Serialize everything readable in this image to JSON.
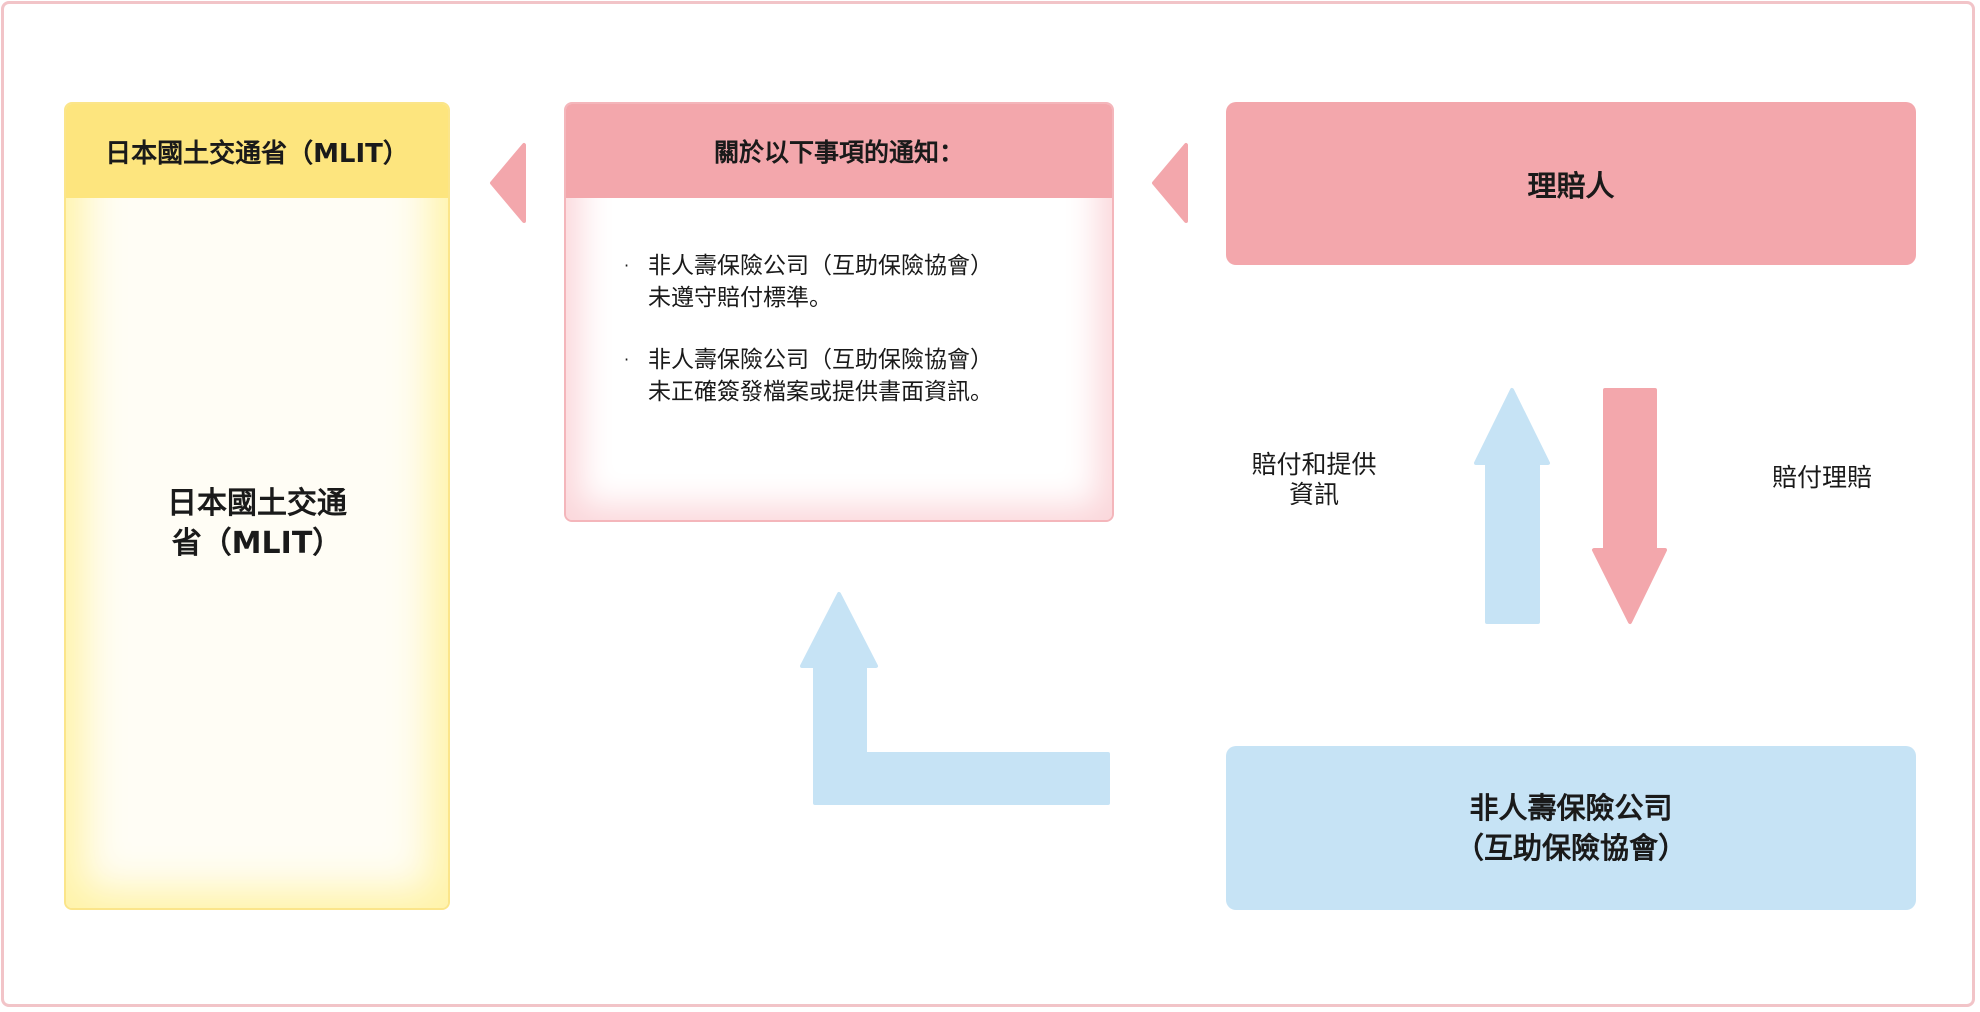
{
  "colors": {
    "border_pink": "#f2c4c8",
    "pink": "#f3a7ac",
    "yellow": "#fde57e",
    "blue": "#c6e3f5"
  },
  "mlit": {
    "header": "日本國土交通省（MLIT）",
    "body_line1": "日本國土交通",
    "body_line2": "省（MLIT）"
  },
  "notice": {
    "header": "關於以下事項的通知：",
    "bullet_symbol": "·",
    "items": [
      {
        "line1": "非人壽保險公司（互助保險協會）",
        "line2": "未遵守賠付標準。"
      },
      {
        "line1": "非人壽保險公司（互助保險協會）",
        "line2": "未正確簽發檔案或提供書面資訊。"
      }
    ]
  },
  "claimant": {
    "label": "理賠人"
  },
  "insurer": {
    "line1": "非人壽保險公司",
    "line2": "（互助保險協會）"
  },
  "arrows": {
    "up_label_line1": "賠付和提供",
    "up_label_line2": "資訊",
    "down_label": "賠付理賠"
  }
}
